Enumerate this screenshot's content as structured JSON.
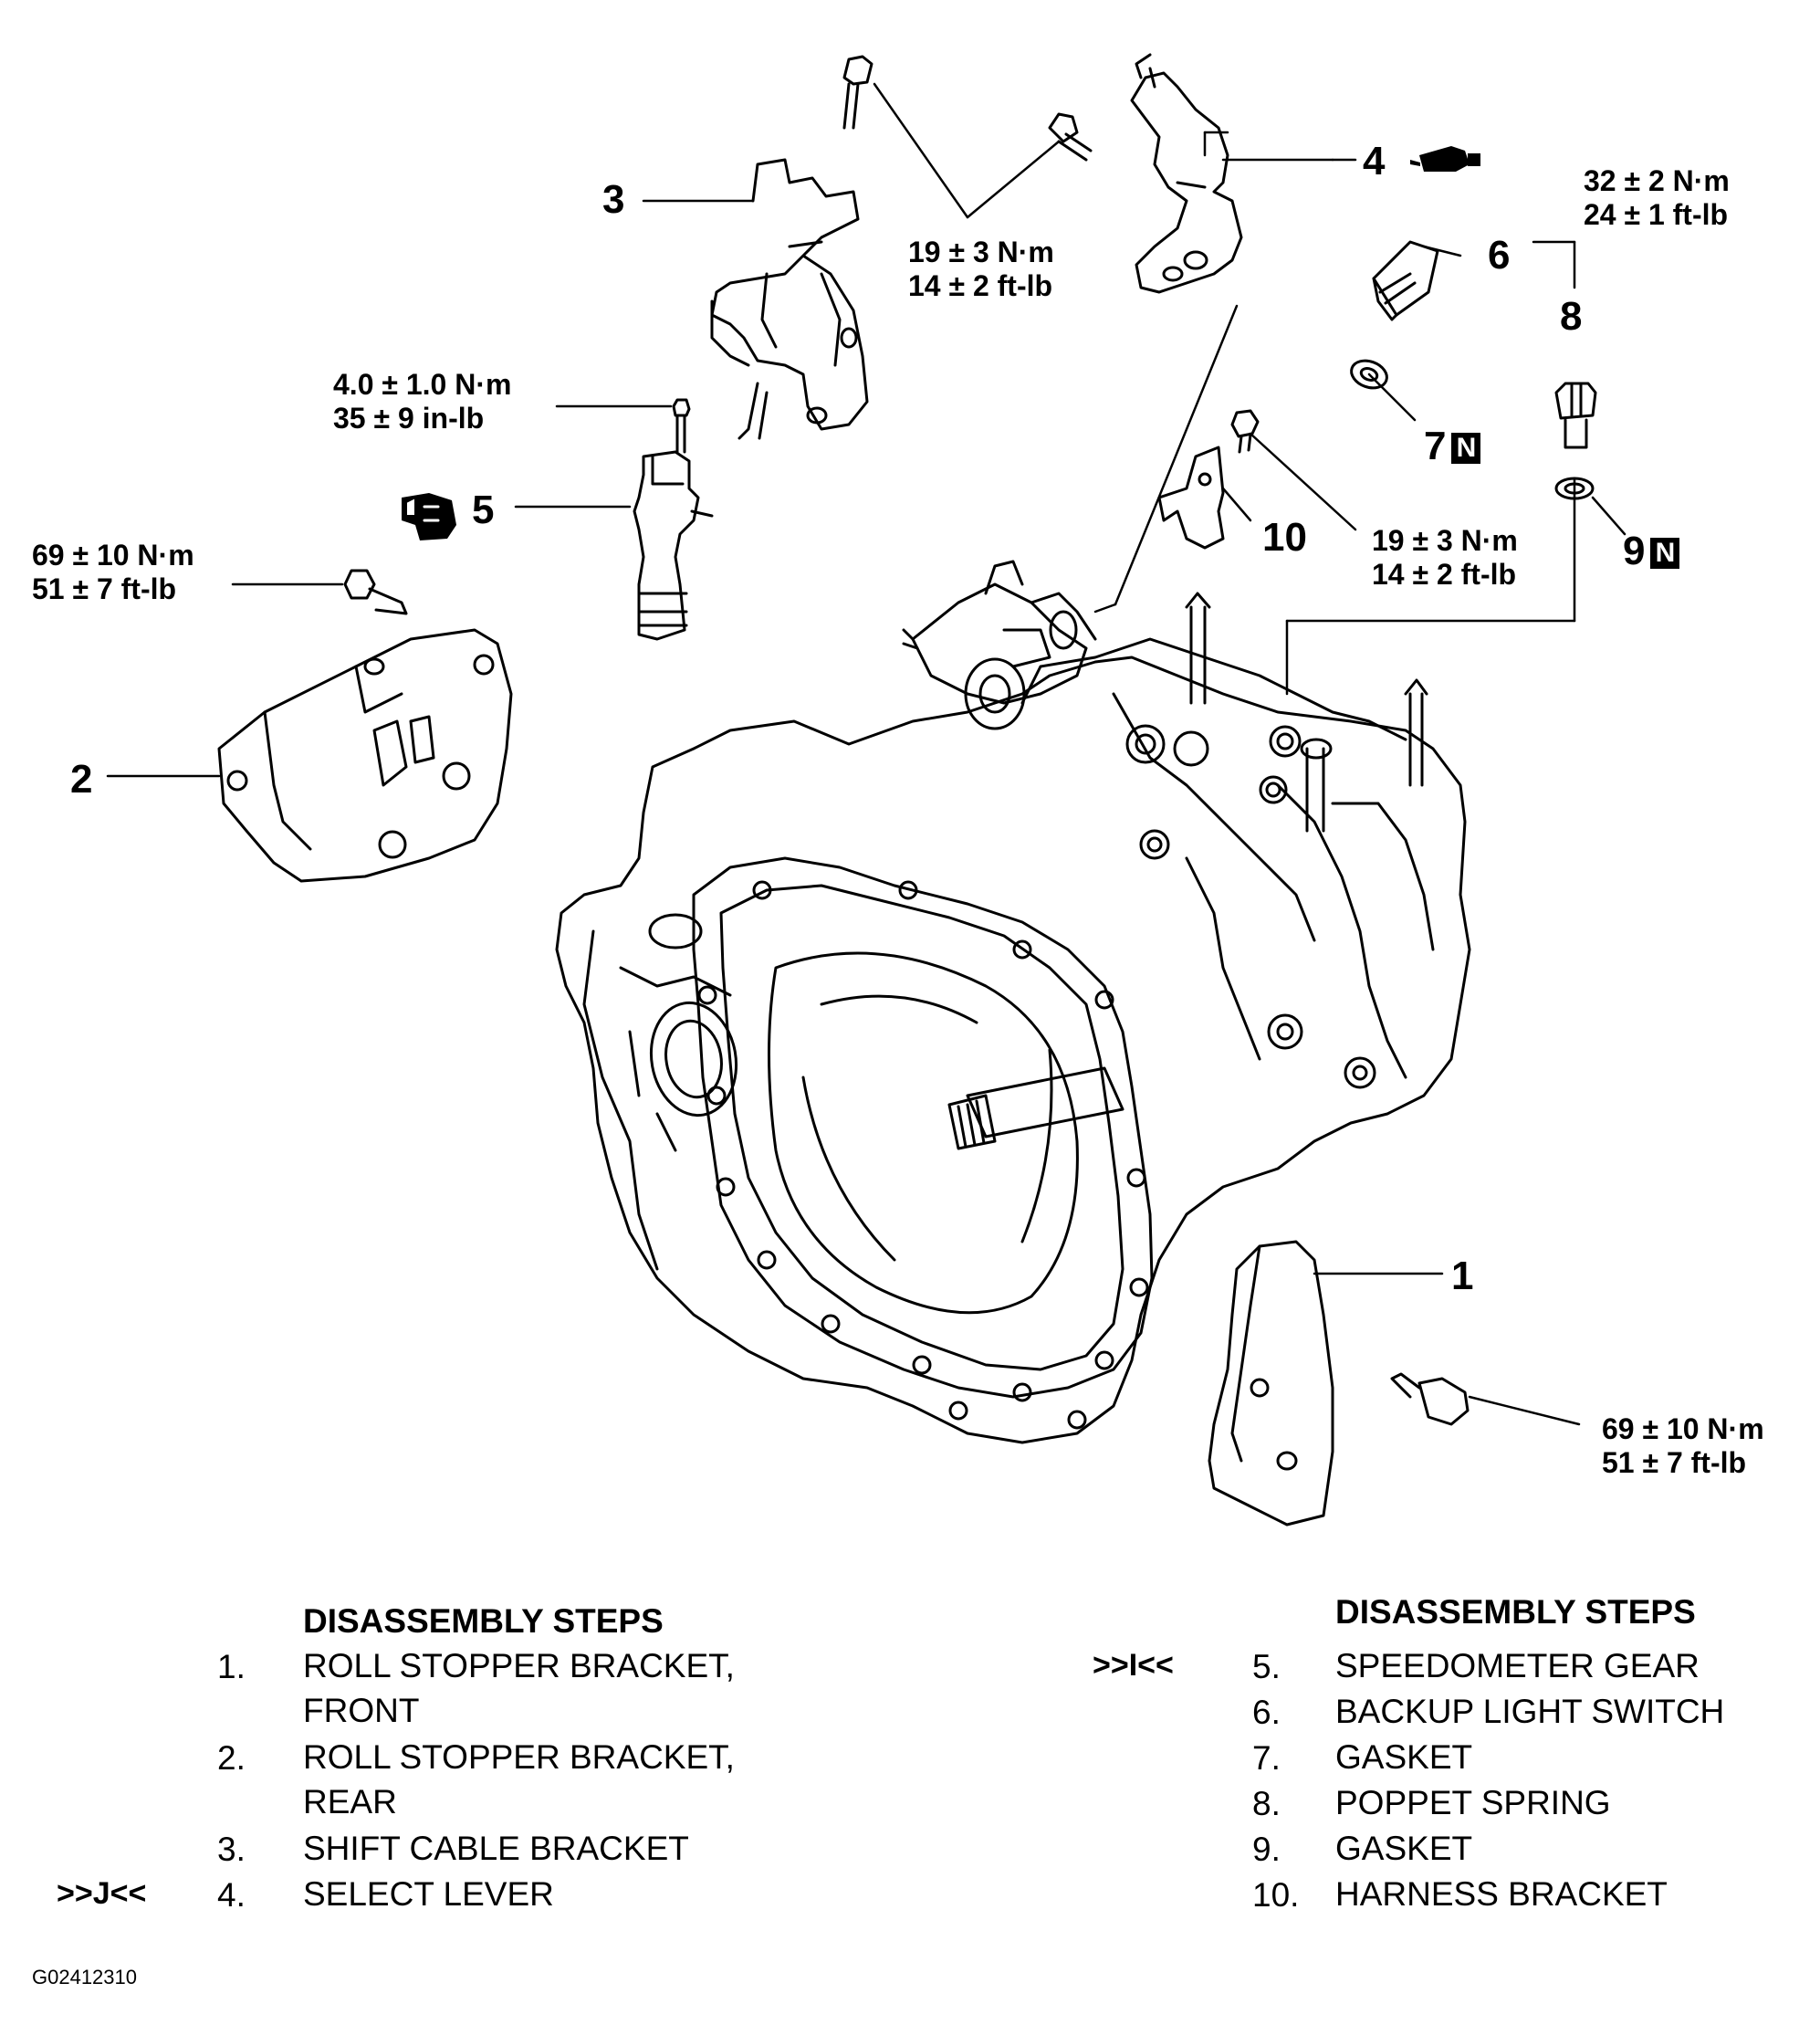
{
  "callouts": {
    "c1": "1",
    "c2": "2",
    "c3": "3",
    "c4": "4",
    "c5": "5",
    "c6": "6",
    "c7": "7",
    "c8": "8",
    "c9": "9",
    "c10": "10"
  },
  "n_marker": "N",
  "torques": {
    "t_select_lever": {
      "nm": "19 ± 3 N·m",
      "ft": "14 ± 2 ft-lb"
    },
    "t_backup_switch": {
      "nm": "32 ± 2 N·m",
      "ft": "24 ± 1 ft-lb"
    },
    "t_speedo": {
      "nm": "4.0 ± 1.0 N·m",
      "ft": "35 ± 9 in-lb"
    },
    "t_rear_bracket": {
      "nm": "69 ± 10 N·m",
      "ft": "51 ± 7 ft-lb"
    },
    "t_harness": {
      "nm": "19 ± 3 N·m",
      "ft": "14 ± 2 ft-lb"
    },
    "t_front_bracket": {
      "nm": "69 ± 10 N·m",
      "ft": "51 ± 7 ft-lb"
    }
  },
  "icons": [
    "grease-icon",
    "apply-sealant-icon",
    "new-part-icon"
  ],
  "steps_left": {
    "header": "DISASSEMBLY STEPS",
    "items": [
      {
        "num": "1.",
        "lines": [
          "ROLL STOPPER BRACKET,",
          "FRONT"
        ],
        "mark": ""
      },
      {
        "num": "2.",
        "lines": [
          "ROLL STOPPER BRACKET,",
          "REAR"
        ],
        "mark": ""
      },
      {
        "num": "3.",
        "lines": [
          "SHIFT CABLE BRACKET"
        ],
        "mark": ""
      },
      {
        "num": "4.",
        "lines": [
          "SELECT LEVER"
        ],
        "mark": ">>J<<"
      }
    ]
  },
  "steps_right": {
    "header": "DISASSEMBLY STEPS",
    "items": [
      {
        "num": "5.",
        "lines": [
          "SPEEDOMETER GEAR"
        ],
        "mark": ">>I<<"
      },
      {
        "num": "6.",
        "lines": [
          "BACKUP LIGHT SWITCH"
        ],
        "mark": ""
      },
      {
        "num": "7.",
        "lines": [
          "GASKET"
        ],
        "mark": ""
      },
      {
        "num": "8.",
        "lines": [
          "POPPET SPRING"
        ],
        "mark": ""
      },
      {
        "num": "9.",
        "lines": [
          "GASKET"
        ],
        "mark": ""
      },
      {
        "num": "10.",
        "lines": [
          "HARNESS BRACKET"
        ],
        "mark": ""
      }
    ]
  },
  "figure_code": "G02412310"
}
